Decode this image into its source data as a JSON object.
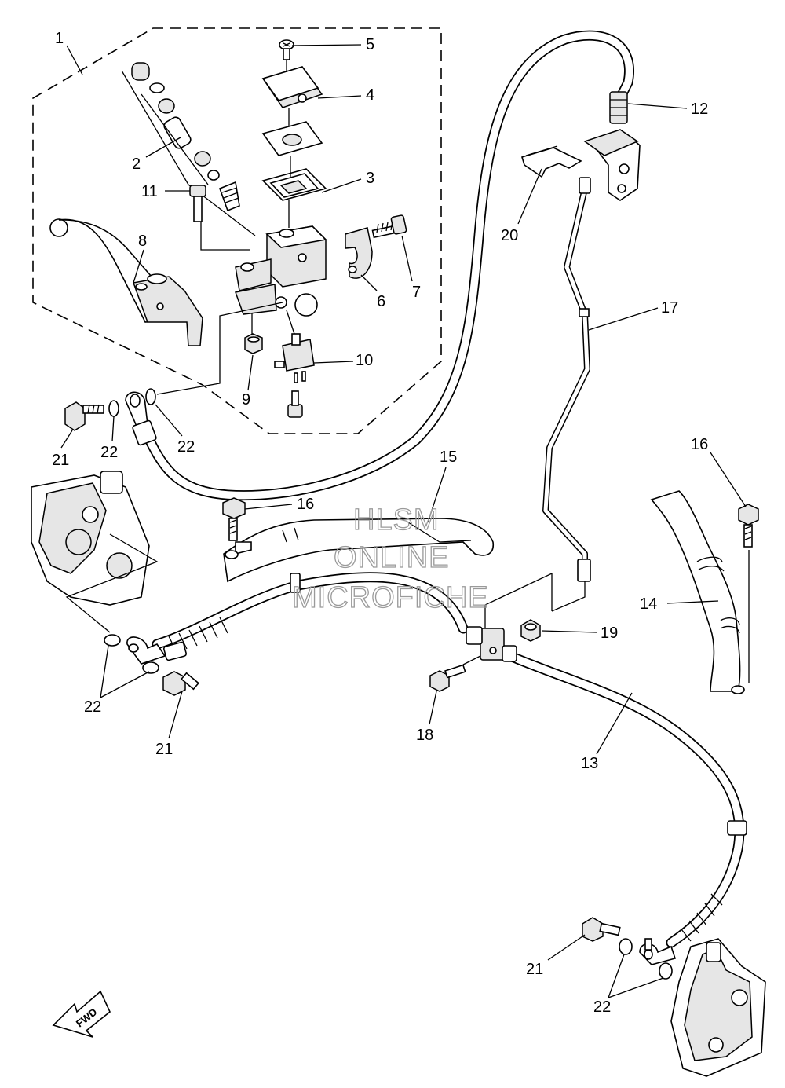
{
  "callouts": {
    "c1": "1",
    "c2": "2",
    "c3": "3",
    "c4": "4",
    "c5": "5",
    "c6": "6",
    "c7": "7",
    "c8": "8",
    "c9": "9",
    "c10": "10",
    "c11": "11",
    "c12": "12",
    "c13": "13",
    "c14": "14",
    "c15": "15",
    "c16a": "16",
    "c16b": "16",
    "c17": "17",
    "c18": "18",
    "c19": "19",
    "c20": "20",
    "c21a": "21",
    "c21b": "21",
    "c21c": "21",
    "c22a": "22",
    "c22b": "22",
    "c22c": "22",
    "c22d": "22"
  },
  "watermark": {
    "line1": "HLSM",
    "line2": "ONLINE",
    "line3": "MICROFICHE"
  },
  "fwd_label": "FWD"
}
